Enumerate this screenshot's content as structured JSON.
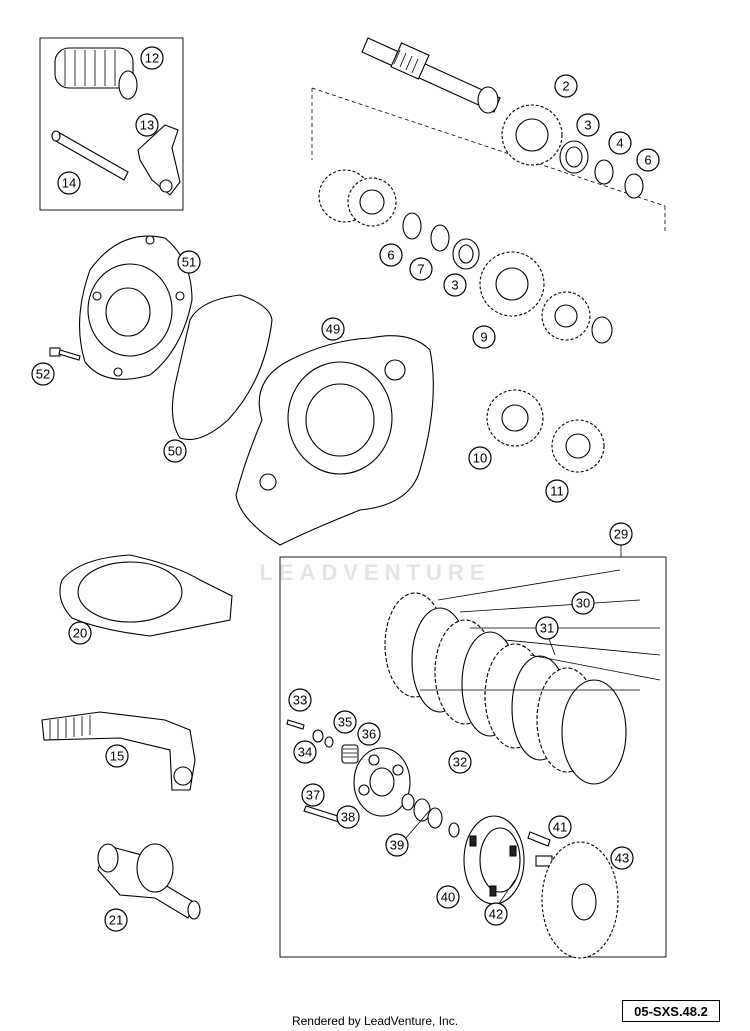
{
  "watermark": "LEADVENTURE",
  "diagram_code": "05-SXS.48.2",
  "credit": "Rendered by LeadVenture, Inc.",
  "callouts": [
    {
      "id": "12",
      "label": "12"
    },
    {
      "id": "13",
      "label": "13"
    },
    {
      "id": "14",
      "label": "14"
    },
    {
      "id": "2",
      "label": "2"
    },
    {
      "id": "3a",
      "label": "3"
    },
    {
      "id": "4",
      "label": "4"
    },
    {
      "id": "6a",
      "label": "6"
    },
    {
      "id": "6b",
      "label": "6"
    },
    {
      "id": "7",
      "label": "7"
    },
    {
      "id": "3b",
      "label": "3"
    },
    {
      "id": "9",
      "label": "9"
    },
    {
      "id": "10",
      "label": "10"
    },
    {
      "id": "11",
      "label": "11"
    },
    {
      "id": "51",
      "label": "51"
    },
    {
      "id": "52",
      "label": "52"
    },
    {
      "id": "50",
      "label": "50"
    },
    {
      "id": "49",
      "label": "49"
    },
    {
      "id": "20",
      "label": "20"
    },
    {
      "id": "15",
      "label": "15"
    },
    {
      "id": "21",
      "label": "21"
    },
    {
      "id": "29",
      "label": "29"
    },
    {
      "id": "30",
      "label": "30"
    },
    {
      "id": "31",
      "label": "31"
    },
    {
      "id": "32",
      "label": "32"
    },
    {
      "id": "33",
      "label": "33"
    },
    {
      "id": "34",
      "label": "34"
    },
    {
      "id": "35",
      "label": "35"
    },
    {
      "id": "36",
      "label": "36"
    },
    {
      "id": "37",
      "label": "37"
    },
    {
      "id": "38",
      "label": "38"
    },
    {
      "id": "39",
      "label": "39"
    },
    {
      "id": "40",
      "label": "40"
    },
    {
      "id": "41",
      "label": "41"
    },
    {
      "id": "42",
      "label": "42"
    },
    {
      "id": "43",
      "label": "43"
    }
  ]
}
